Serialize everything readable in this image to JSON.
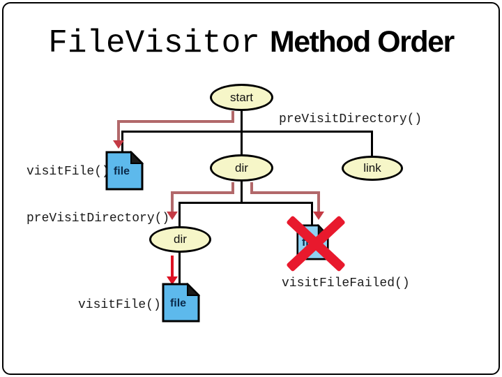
{
  "slide": {
    "title_code": "FileVisitor",
    "title_rest": "Method Order"
  },
  "diagram": {
    "nodes": {
      "start": {
        "label": "start"
      },
      "dir1": {
        "label": "dir"
      },
      "link": {
        "label": "link"
      },
      "dir2": {
        "label": "dir"
      },
      "file1": {
        "label": "file"
      },
      "file2": {
        "label": "file"
      },
      "file_failed": {
        "label": "file"
      }
    },
    "annotations": {
      "visit_file_top": "visitFile()",
      "pre_visit_directory_top": "preVisitDirectory()",
      "pre_visit_directory_left": "preVisitDirectory()",
      "visit_file_failed": "visitFileFailed()",
      "visit_file_bottom": "visitFile()"
    },
    "colors": {
      "node_fill": "#f6f6c8",
      "file_fill": "#5db9ec",
      "file_failed_fill": "#8ed1f2",
      "flow_arrow": "#b2686a",
      "flow_arrow_head": "#c43a44",
      "visit_arrow": "#dd1122",
      "fail_cross": "#e8192d",
      "tree_line": "#000000"
    }
  }
}
